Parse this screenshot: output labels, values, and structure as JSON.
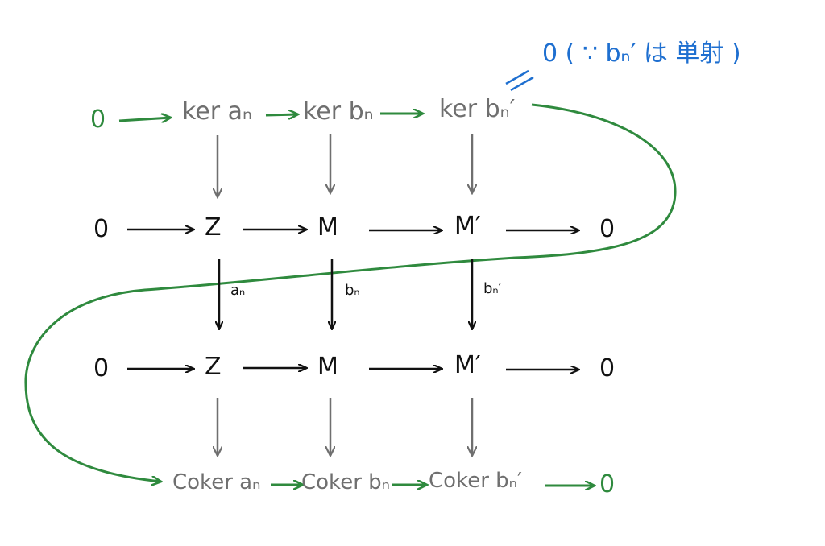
{
  "colors": {
    "black": "#111111",
    "gray": "#6f6f6f",
    "green": "#2f8a3e",
    "blue": "#1e6fd0"
  },
  "top_row": {
    "zero": "0",
    "ker_a": "ker aₙ",
    "ker_b": "ker bₙ",
    "ker_b_prime": "ker bₙ′"
  },
  "row1": [
    "0",
    "Z",
    "M",
    "M′",
    "0"
  ],
  "row2": [
    "0",
    "Z",
    "M",
    "M′",
    "0"
  ],
  "maps": {
    "a": "aₙ",
    "b": "bₙ",
    "b_prime": "bₙ′"
  },
  "bottom_row": {
    "coker_a": "Coker aₙ",
    "coker_b": "Coker bₙ",
    "coker_b_prime": "Coker bₙ′",
    "zero": "0"
  },
  "note": {
    "equals": "=",
    "text": "0  ( ∵  bₙ′ は 単射 )"
  }
}
